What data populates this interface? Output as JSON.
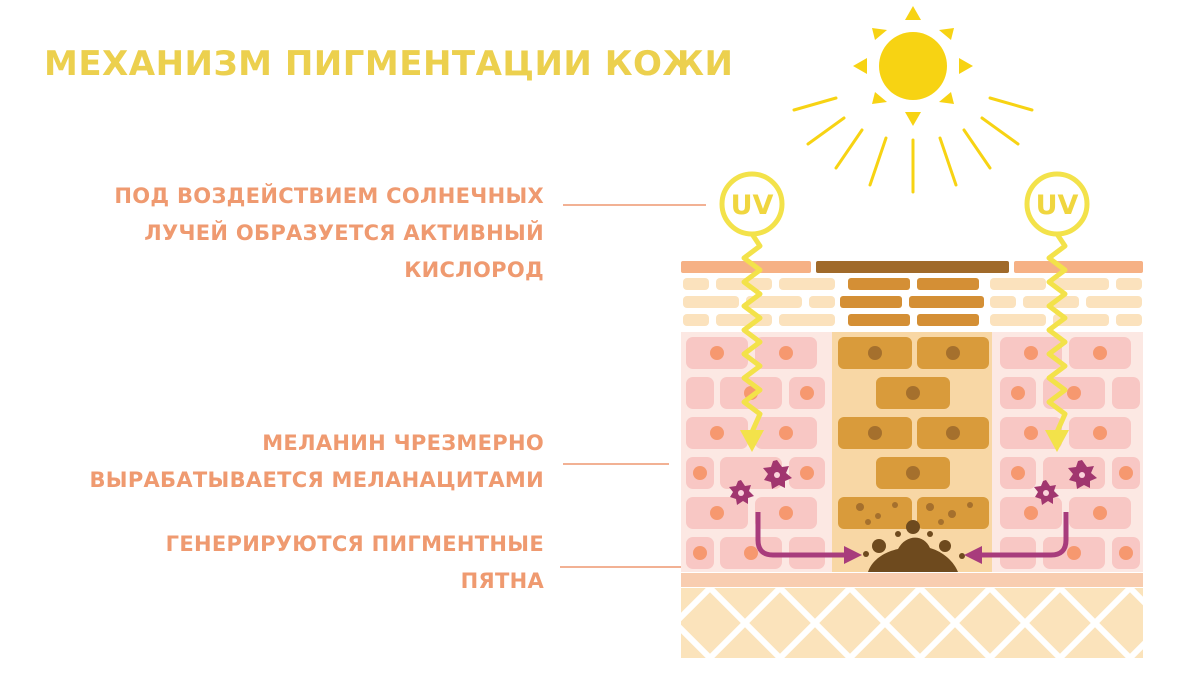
{
  "title": "МЕХАНИЗМ ПИГМЕНТАЦИИ КОЖИ",
  "labels": [
    {
      "lines": [
        "ПОД ВОЗДЕЙСТВИЕМ СОЛНЕЧНЫХ",
        "ЛУЧЕЙ ОБРАЗУЕТСЯ АКТИВНЫЙ",
        "КИСЛОРОД"
      ]
    },
    {
      "lines": [
        "МЕЛАНИН ЧРЕЗМЕРНО",
        "ВЫРАБАТЫВАЕТСЯ МЕЛАНАЦИТАМИ"
      ]
    },
    {
      "lines": [
        "ГЕНЕРИРУЮТСЯ ПИГМЕНТНЫЕ",
        "ПЯТНА"
      ]
    }
  ],
  "uv_badges": [
    {
      "text": "UV"
    },
    {
      "text": "UV"
    }
  ],
  "colors": {
    "title": "#ecd04e",
    "label": "#ef9a70",
    "sun": "#f7d313",
    "uv": "#f3e24a",
    "skin_cell": "#f8c7c4",
    "nucleus": "#f6986f",
    "pigment_cell": "#d99b3b",
    "melanocyte": "#a1366f",
    "arrow": "#a83c7c",
    "spot": "#6e4a1e"
  },
  "icons": [
    "sun-icon",
    "uv-badge-icon",
    "melanocyte-icon",
    "pigment-spot-icon",
    "arrow-icon"
  ]
}
